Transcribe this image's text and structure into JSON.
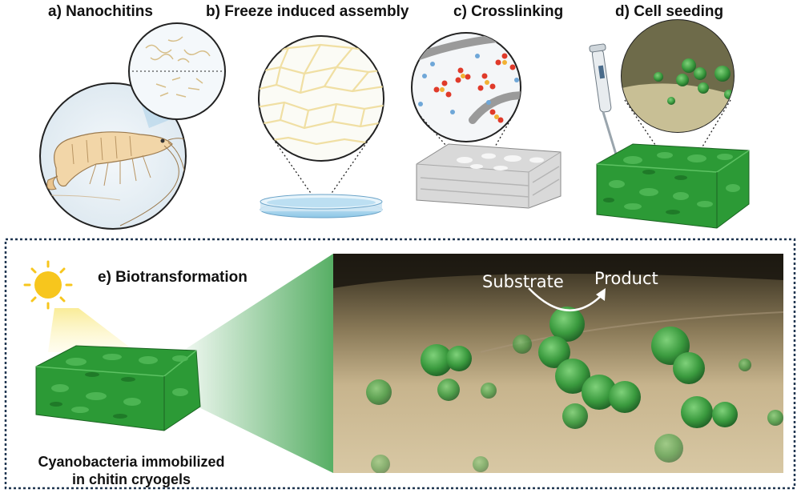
{
  "panels": {
    "a": {
      "label": "a) Nanochitins"
    },
    "b": {
      "label": "b) Freeze induced assembly"
    },
    "c": {
      "label": "c) Crosslinking"
    },
    "d": {
      "label": "d) Cell seeding"
    },
    "e": {
      "label": "e) Biotransformation"
    }
  },
  "micrograph": {
    "substrate_label": "Substrate",
    "product_label": "Product"
  },
  "caption": {
    "line1": "Cyanobacteria immobilized",
    "line2": "in chitin cryogels"
  },
  "colors": {
    "green": "#2e9a3a",
    "sand": "#c9b48c",
    "yellow_line": "#f0dfa3",
    "dish_blue": "#bfe0f2",
    "dotted_border": "#1f3550"
  }
}
